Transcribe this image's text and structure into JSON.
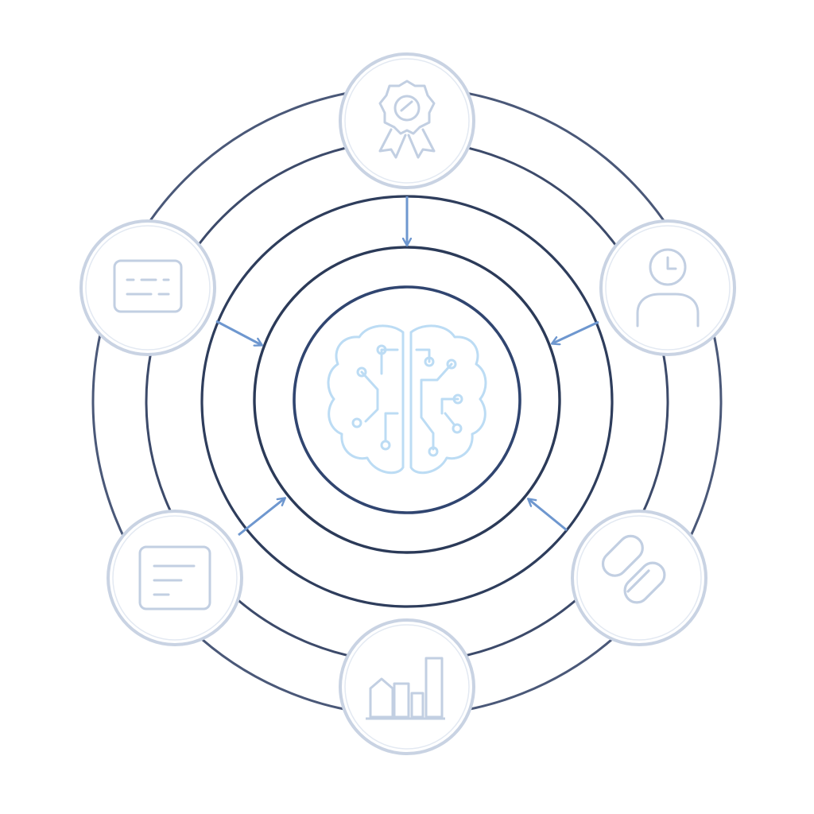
{
  "diagram": {
    "center": {
      "icon": "brain-circuit-icon"
    },
    "rings": 5,
    "nodes": [
      {
        "id": "award",
        "icon": "award-badge-icon"
      },
      {
        "id": "user",
        "icon": "user-clock-icon"
      },
      {
        "id": "link",
        "icon": "chain-link-icon"
      },
      {
        "id": "chart",
        "icon": "bar-chart-icon"
      },
      {
        "id": "document",
        "icon": "document-text-icon"
      },
      {
        "id": "keyboard",
        "icon": "keyboard-icon"
      }
    ],
    "arrows_into_center": [
      "award",
      "user",
      "link",
      "document",
      "keyboard"
    ]
  },
  "colors": {
    "ring_dark": "#2e3d5c",
    "ring_mid": "#4a5878",
    "node_stroke": "#c9d3e3",
    "node_icon": "#c2cfe2",
    "arrow": "#6e97cf",
    "brain": "#bcdcf4"
  }
}
